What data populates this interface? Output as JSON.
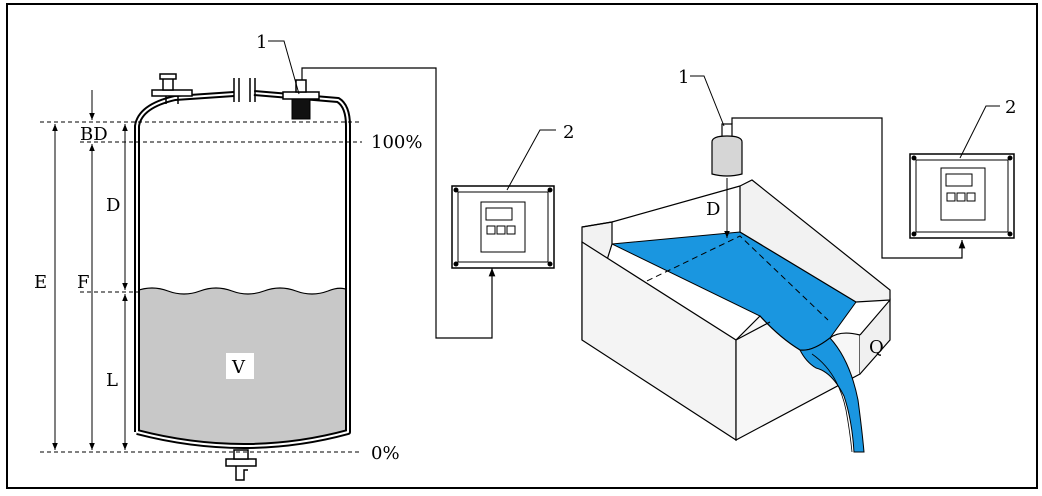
{
  "tank_diagram": {
    "sensor_callout": "1",
    "transmitter_callout": "2",
    "dimension_labels": {
      "blocking_distance": "BD",
      "distance": "D",
      "empty_distance": "E",
      "full_span": "F",
      "level": "L",
      "volume": "V"
    },
    "level_marks": {
      "full": "100%",
      "empty": "0%"
    }
  },
  "channel_diagram": {
    "sensor_callout": "1",
    "transmitter_callout": "2",
    "distance_label": "D",
    "flow_label": "Q"
  },
  "colors": {
    "liquid_tank": "#c8c8c8",
    "water": "#1a96e0",
    "outline": "#000000"
  }
}
